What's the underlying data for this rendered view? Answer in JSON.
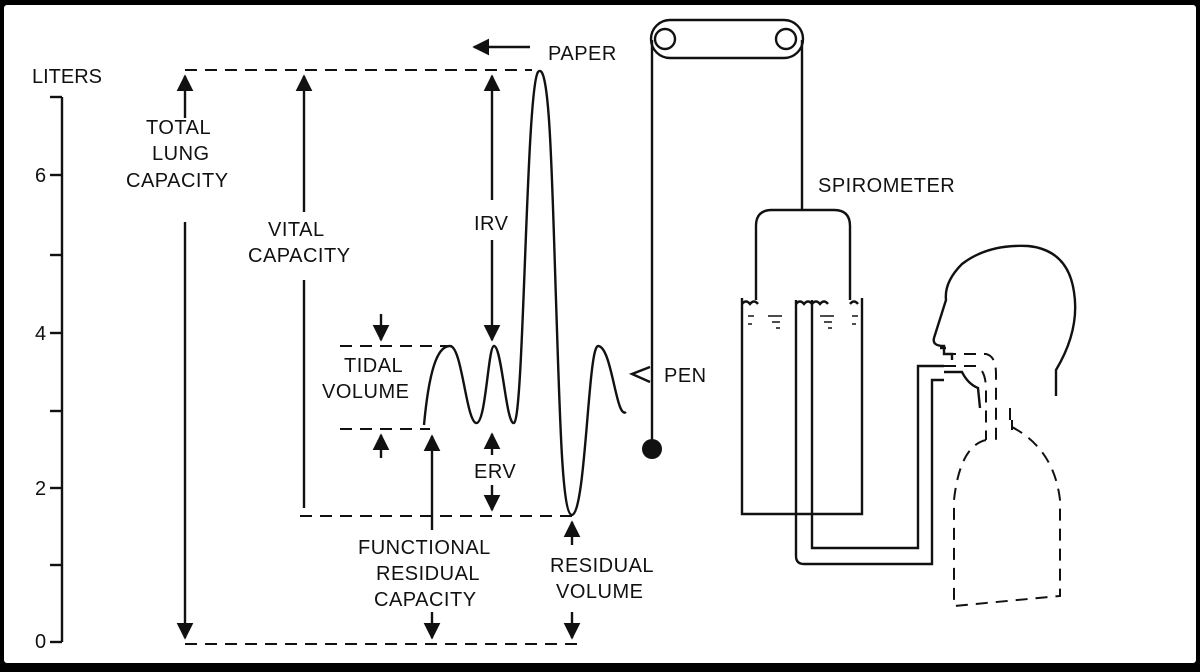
{
  "axis": {
    "unit_label": "LITERS",
    "ticks": [
      "6",
      "4",
      "2",
      "0"
    ]
  },
  "labels": {
    "paper": "PAPER",
    "spirometer": "SPIROMETER",
    "pen": "PEN",
    "total_lung_capacity": [
      "TOTAL",
      "LUNG",
      "CAPACITY"
    ],
    "vital_capacity": [
      "VITAL",
      "CAPACITY"
    ],
    "irv": "IRV",
    "tidal_volume": [
      "TIDAL",
      "VOLUME"
    ],
    "erv": "ERV",
    "functional_residual_capacity": [
      "FUNCTIONAL",
      "RESIDUAL",
      "CAPACITY"
    ],
    "residual_volume": [
      "RESIDUAL",
      "VOLUME"
    ]
  }
}
